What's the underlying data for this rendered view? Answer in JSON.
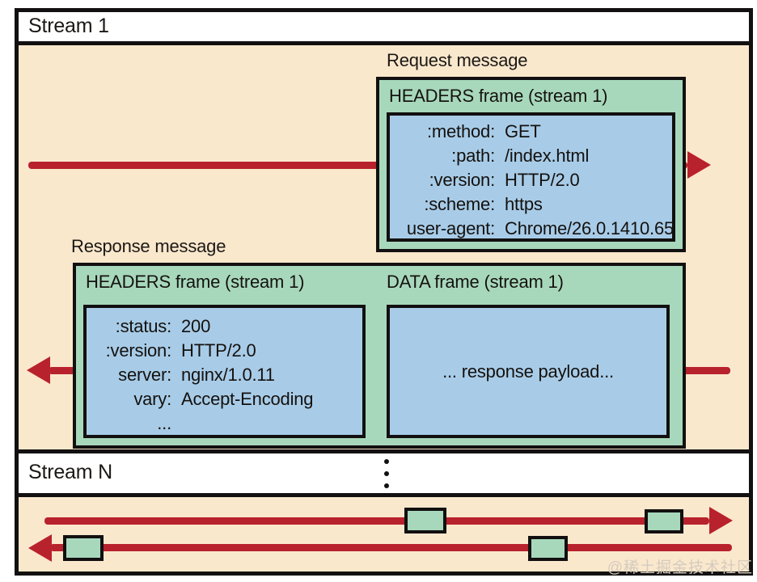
{
  "stream1": {
    "label": "Stream 1",
    "request": {
      "label": "Request message",
      "frame_title": "HEADERS frame (stream 1)",
      "headers": [
        {
          "key": ":method:",
          "value": "GET"
        },
        {
          "key": ":path:",
          "value": "/index.html"
        },
        {
          "key": ":version:",
          "value": "HTTP/2.0"
        },
        {
          "key": ":scheme:",
          "value": "https"
        },
        {
          "key": "user-agent:",
          "value": "Chrome/26.0.1410.65"
        }
      ]
    },
    "response": {
      "label": "Response message",
      "headers_frame_title": "HEADERS frame (stream 1)",
      "headers": [
        {
          "key": ":status:",
          "value": "200"
        },
        {
          "key": ":version:",
          "value": "HTTP/2.0"
        },
        {
          "key": "server:",
          "value": "nginx/1.0.11"
        },
        {
          "key": "vary:",
          "value": "Accept-Encoding"
        },
        {
          "key": "...",
          "value": ""
        }
      ],
      "data_frame_title": "DATA frame (stream 1)",
      "data_frame_body": "... response payload..."
    }
  },
  "streamN": {
    "label": "Stream N"
  },
  "watermark": "@稀土掘金技术社区",
  "colors": {
    "background_cream": "#fae8cd",
    "frame_green": "#a8d8bc",
    "frame_blue": "#a8cce8",
    "arrow_red": "#b8222c",
    "border_black": "#121010"
  }
}
